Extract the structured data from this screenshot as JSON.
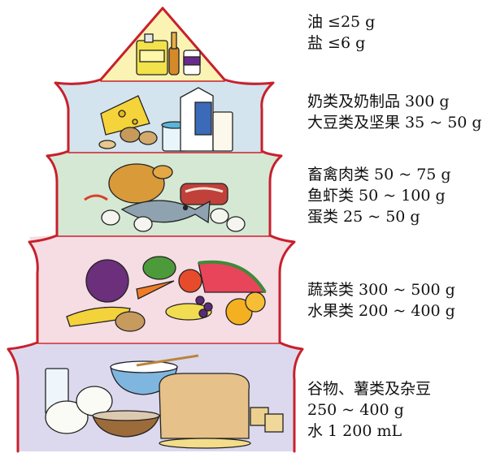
{
  "colors": {
    "outline": "#c8202c",
    "oil_salt": "#fbf3b4",
    "dairy_soy": "#d4e4ee",
    "protein": "#d5e8d4",
    "veg_fruit": "#f6dde3",
    "grains": "#dcd9ee"
  },
  "tiers": [
    {
      "id": "oil-salt",
      "lines": [
        "油 ≤25 g",
        "盐 ≤6 g"
      ]
    },
    {
      "id": "dairy-soy",
      "lines": [
        "奶类及奶制品 300 g",
        "大豆类及坚果 35 ~ 50 g"
      ]
    },
    {
      "id": "protein",
      "lines": [
        "畜禽肉类 50 ~ 75 g",
        "鱼虾类 50 ~ 100 g",
        "蛋类 25 ~ 50 g"
      ]
    },
    {
      "id": "veg-fruit",
      "lines": [
        "蔬菜类 300 ~ 500 g",
        "水果类 200 ~ 400 g"
      ]
    },
    {
      "id": "grains-water",
      "lines": [
        "谷物、薯类及杂豆",
        "250 ~ 400 g",
        "水 1 200 mL"
      ]
    }
  ]
}
